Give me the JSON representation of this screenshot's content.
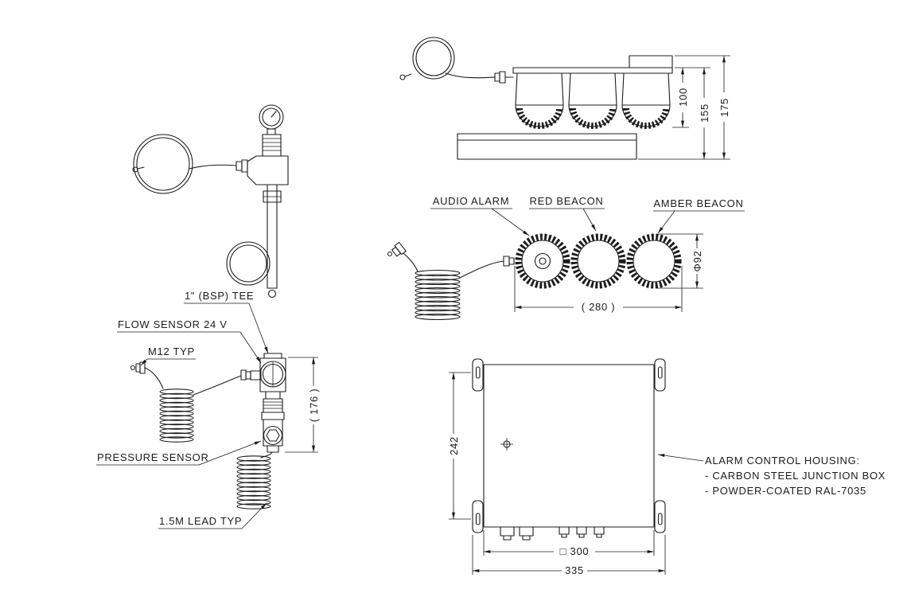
{
  "page": {
    "background": "#ffffff",
    "line_color": "#1c1c1c"
  },
  "views": {
    "beacon_side_view": {
      "dims": {
        "beacon_height": "100",
        "assembly_height": "155",
        "overall_height": "175"
      }
    },
    "beacon_front_view": {
      "callouts": {
        "audio_alarm": "AUDIO ALARM",
        "red_beacon": "RED BEACON",
        "amber_beacon": "AMBER BEACON"
      },
      "dims": {
        "overall_width": "( 280 )",
        "beacon_diameter": "Φ92"
      }
    },
    "sensor_front_view": {
      "callouts": {
        "tee": "1\" (BSP) TEE",
        "flow_sensor": "FLOW SENSOR 24 V",
        "m12": "M12 TYP",
        "pressure_sensor": "PRESSURE SENSOR",
        "lead": "1.5M LEAD TYP"
      },
      "dims": {
        "overall_height": "( 176 )"
      }
    },
    "junction_box_view": {
      "dims": {
        "hole_spacing": "242",
        "body_width": "□ 300",
        "overall_width": "335"
      },
      "note": [
        "ALARM CONTROL HOUSING:",
        "- CARBON STEEL JUNCTION BOX",
        "- POWDER-COATED RAL-7035"
      ]
    }
  }
}
